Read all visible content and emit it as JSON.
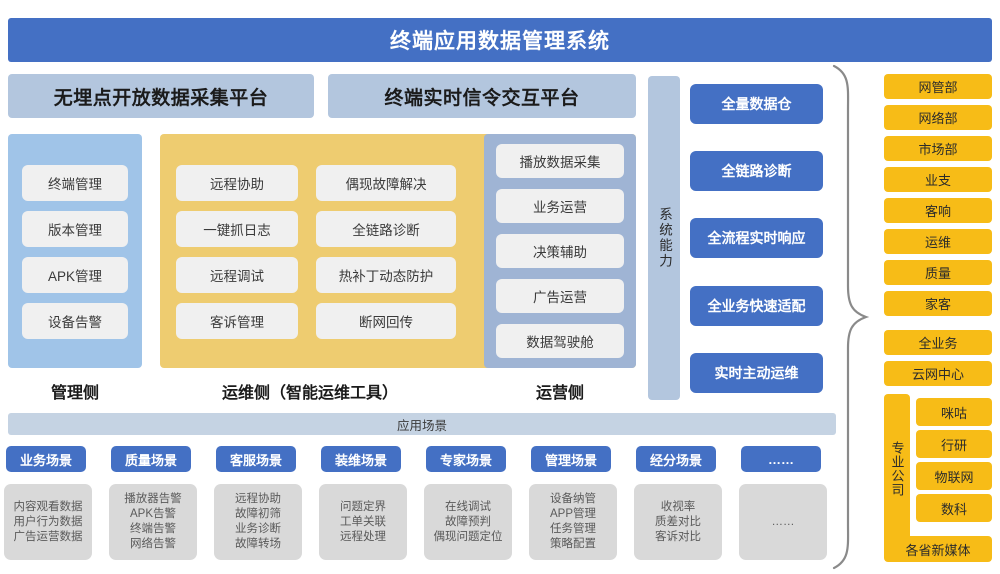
{
  "header": {
    "title": "终端应用数据管理系统",
    "accent": "#4470c4"
  },
  "platforms": [
    {
      "label": "无埋点开放数据采集平台"
    },
    {
      "label": "终端实时信令交互平台"
    }
  ],
  "columns": [
    {
      "label": "管理侧",
      "color": "#a0c4e8",
      "items": [
        "终端管理",
        "版本管理",
        "APK管理",
        "设备告警"
      ]
    },
    {
      "label": "运维侧（智能运维工具）",
      "color": "#eecc70",
      "items": [
        "远程协助",
        "偶现故障解决",
        "一键抓日志",
        "全链路诊断",
        "远程调试",
        "热补丁动态防护",
        "客诉管理",
        "断网回传"
      ]
    },
    {
      "label": "运营侧",
      "color": "#9fb4d4",
      "items": [
        "播放数据采集",
        "业务运营",
        "决策辅助",
        "广告运营",
        "数据驾驶舱"
      ]
    }
  ],
  "system_ability": {
    "label": "系统能力"
  },
  "capabilities": [
    {
      "label": "全量数据仓"
    },
    {
      "label": "全链路诊断"
    },
    {
      "label": "全流程实时响应"
    },
    {
      "label": "全业务快速适配"
    },
    {
      "label": "实时主动运维"
    }
  ],
  "departments": {
    "color": "#f7bc17",
    "top": [
      "网管部",
      "网络部",
      "市场部",
      "业支",
      "客响",
      "运维",
      "质量",
      "家客",
      "全业务",
      "云网中心"
    ],
    "group_label": "专业公司",
    "group_items": [
      "咪咕",
      "行研",
      "物联网",
      "数科"
    ],
    "bottom": "各省新媒体"
  },
  "scenarios": {
    "band_label": "应用场景",
    "tabs": [
      {
        "label": "业务场景",
        "details": [
          "内容观看数据",
          "用户行为数据",
          "广告运营数据"
        ]
      },
      {
        "label": "质量场景",
        "details": [
          "播放器告警",
          "APK告警",
          "终端告警",
          "网络告警"
        ]
      },
      {
        "label": "客服场景",
        "details": [
          "远程协助",
          "故障初筛",
          "业务诊断",
          "故障转场"
        ]
      },
      {
        "label": "装维场景",
        "details": [
          "问题定界",
          "工单关联",
          "远程处理"
        ]
      },
      {
        "label": "专家场景",
        "details": [
          "在线调试",
          "故障预判",
          "偶现问题定位"
        ]
      },
      {
        "label": "管理场景",
        "details": [
          "设备纳管",
          "APP管理",
          "任务管理",
          "策略配置"
        ]
      },
      {
        "label": "经分场景",
        "details": [
          "收视率",
          "质差对比",
          "客诉对比"
        ]
      },
      {
        "label": "……",
        "details": [
          "……"
        ]
      }
    ]
  }
}
